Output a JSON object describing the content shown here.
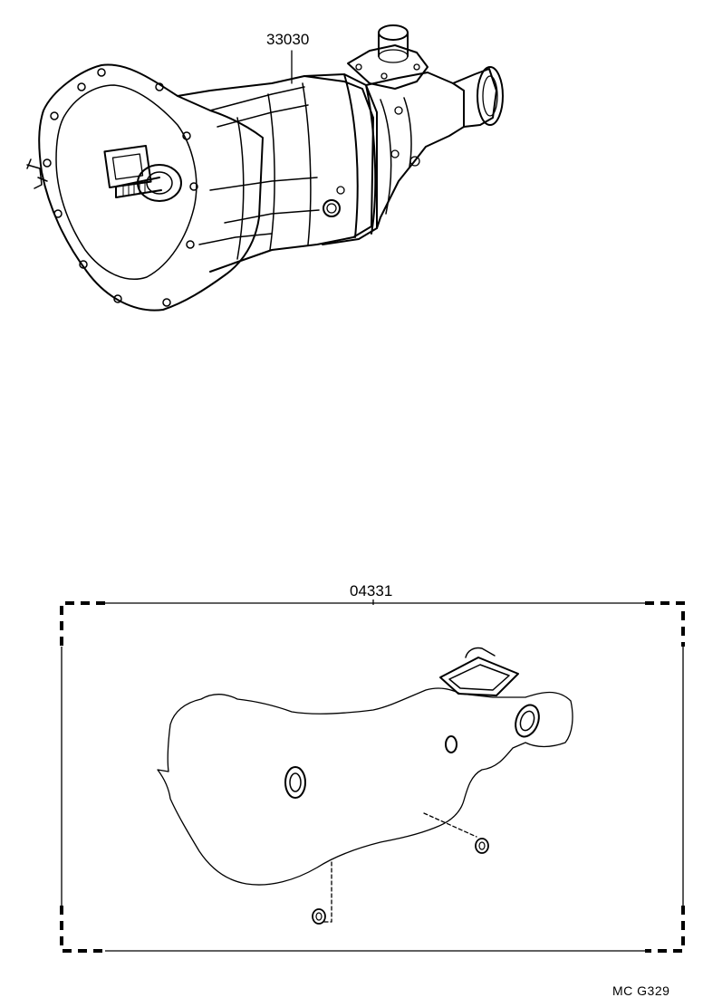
{
  "labels": {
    "transmission_part_no": "33030",
    "gasket_kit_part_no": "04331",
    "figure_ref": "MC  G329"
  }
}
